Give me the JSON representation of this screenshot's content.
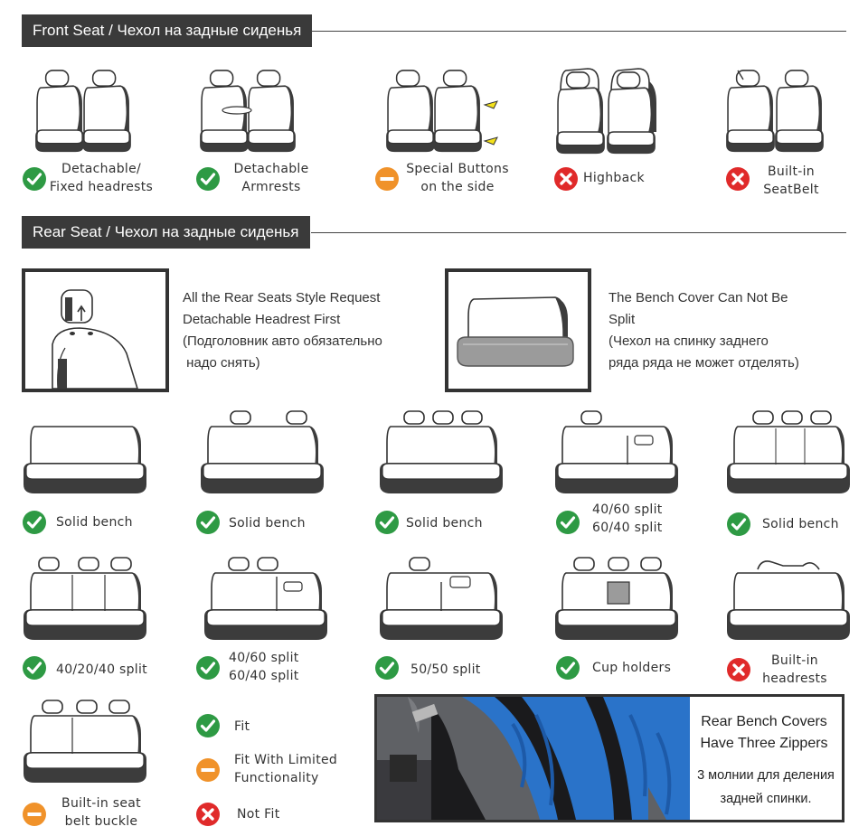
{
  "front": {
    "title": "Front Seat / Чехол на задные сиденья",
    "items": [
      {
        "status": "fit",
        "line1": "Detachable/",
        "line2": "Fixed headrests"
      },
      {
        "status": "fit",
        "line1": "Detachable",
        "line2": "Armrests"
      },
      {
        "status": "limited",
        "line1": "Special Buttons",
        "line2": "on the side"
      },
      {
        "status": "notfit",
        "line1": "Highback",
        "line2": ""
      },
      {
        "status": "notfit",
        "line1": "Built-in",
        "line2": "SeatBelt"
      }
    ]
  },
  "rear": {
    "title": "Rear Seat / Чехол на задные сиденья",
    "info1": {
      "line1": "All the Rear Seats Style Request",
      "line2": "Detachable Headrest First",
      "line3": "(Подголовник авто обязательно",
      "line4": " надо снять)"
    },
    "info2": {
      "line1": "The Bench Cover Can Not Be",
      "line2": "Split",
      "line3": "(Чехол на спинку заднего",
      "line4": "ряда ряда не может отделять)"
    },
    "row1": [
      {
        "status": "fit",
        "line1": "Solid bench",
        "line2": ""
      },
      {
        "status": "fit",
        "line1": "Solid bench",
        "line2": ""
      },
      {
        "status": "fit",
        "line1": "Solid bench",
        "line2": ""
      },
      {
        "status": "fit",
        "line1": "40/60 split",
        "line2": "60/40 split"
      },
      {
        "status": "fit",
        "line1": "Solid bench",
        "line2": ""
      }
    ],
    "row2": [
      {
        "status": "fit",
        "line1": "40/20/40 split",
        "line2": ""
      },
      {
        "status": "fit",
        "line1": "40/60 split",
        "line2": "60/40 split"
      },
      {
        "status": "fit",
        "line1": "50/50 split",
        "line2": ""
      },
      {
        "status": "fit",
        "line1": "Cup holders",
        "line2": ""
      },
      {
        "status": "notfit",
        "line1": "Built-in",
        "line2": "headrests"
      }
    ],
    "row3": {
      "status": "limited",
      "line1": "Built-in seat",
      "line2": "belt buckle"
    }
  },
  "legend": {
    "fit": "Fit",
    "limited_line1": "Fit With Limited",
    "limited_line2": "Functionality",
    "notfit": "Not Fit"
  },
  "photo": {
    "line1": "Rear Bench Covers",
    "line2": "Have Three Zippers",
    "line3": "3 молнии для деления",
    "line4": "задней спинки."
  },
  "colors": {
    "fit": "#2e9a44",
    "limited": "#f0922a",
    "notfit": "#e02a2a",
    "header_bg": "#3a3a3a",
    "seat_dark": "#3c3c3c",
    "cover_blue": "#2a73c9"
  }
}
